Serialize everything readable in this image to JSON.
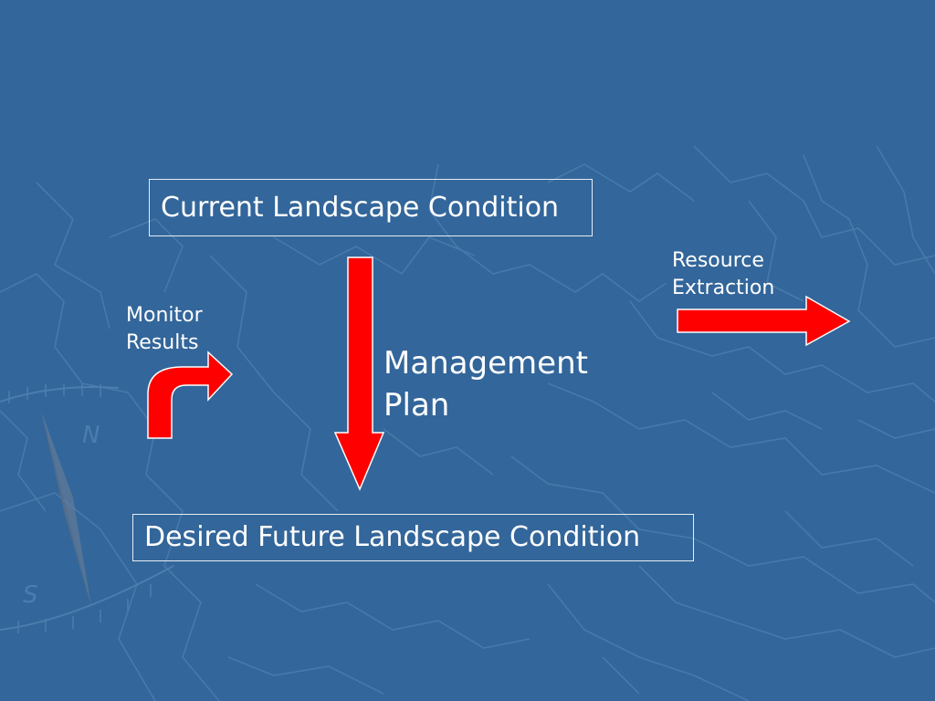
{
  "diagram": {
    "current_condition": "Current Landscape Condition",
    "desired_condition": "Desired Future Landscape Condition",
    "management_plan": [
      "Management",
      "Plan"
    ],
    "monitor_results": [
      "Monitor",
      "Results"
    ],
    "resource_extraction": [
      "Resource",
      "Extraction"
    ],
    "compass_north": "N",
    "compass_south": "S"
  },
  "colors": {
    "background": "#33669a",
    "arrow_fill": "#ff0000",
    "box_border": "#e6edf5",
    "text": "#ffffff",
    "map_lines": "#4d7fb0"
  }
}
